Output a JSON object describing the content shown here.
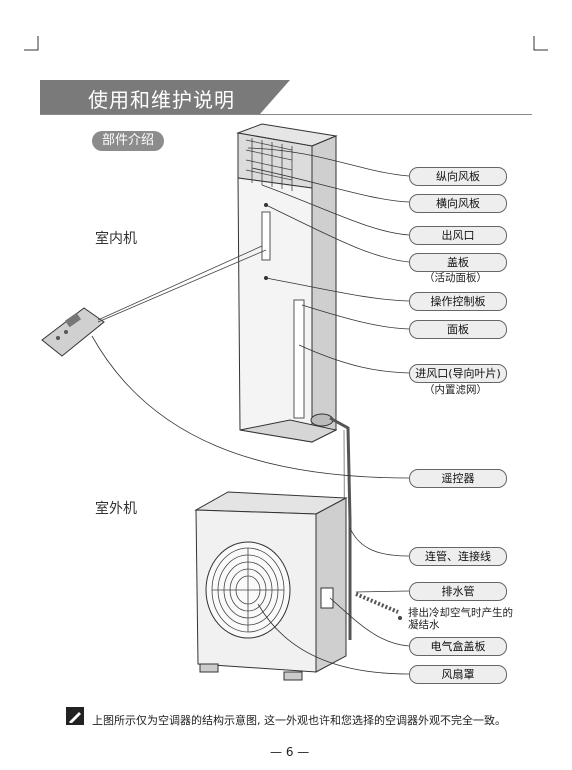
{
  "header": {
    "title": "使用和维护说明"
  },
  "section": {
    "label": "部件介绍"
  },
  "groups": {
    "indoor": "室内机",
    "outdoor": "室外机"
  },
  "labels": {
    "vertical_louver": "纵向风板",
    "horizontal_louver": "横向风板",
    "air_outlet": "出风口",
    "cover": "盖板",
    "cover_sub": "（活动面板）",
    "control_panel": "操作控制板",
    "panel": "面板",
    "air_inlet": "进风口(导向叶片)",
    "air_inlet_sub": "（内置滤网）",
    "remote": "遥控器",
    "pipe": "连管、连接线",
    "drain": "排水管",
    "drain_note_1": "排出冷却空气时产生的",
    "drain_note_2": "凝结水",
    "electric_box": "电气盒盖板",
    "fan_guard": "风扇罩"
  },
  "note": {
    "text": "上图所示仅为空调器的结构示意图, 这一外观也许和您选择的空调器外观不完全一致。"
  },
  "footer": {
    "page": "— 6 —"
  }
}
